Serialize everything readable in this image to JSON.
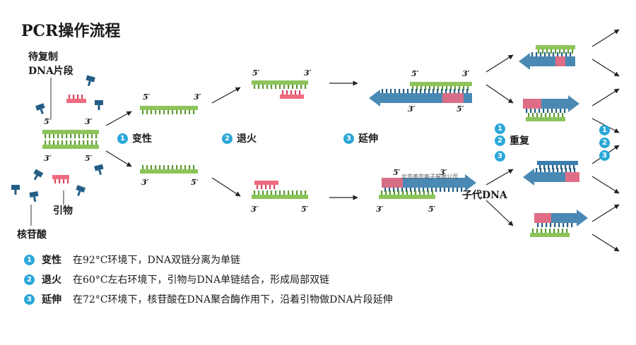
{
  "title": "PCR操作流程",
  "labels": {
    "template_dna": [
      "待复制",
      "DNA片段"
    ],
    "primer": "引物",
    "nucleotide": "核苷酸",
    "daughter_dna": "子代DNA"
  },
  "strand_ends": {
    "five": "5′",
    "three": "3′"
  },
  "steps": [
    {
      "num": "1",
      "name": "变性",
      "desc": "在92°C环境下，DNA双链分离为单链"
    },
    {
      "num": "2",
      "name": "退火",
      "desc": "在60°C左右环境下，引物与DNA单链结合，形成局部双链"
    },
    {
      "num": "3",
      "name": "延伸",
      "desc": "在72°C环境下，核苷酸在DNA聚合酶作用下，沿着引物做DNA片段延伸"
    }
  ],
  "repeat": {
    "label": "重复",
    "nums": [
      "1",
      "2",
      "3"
    ]
  },
  "watermark": "北京燕京电子有限公司",
  "colors": {
    "template_strand": "#8dc45a",
    "template_strand_dark": "#5f9a36",
    "new_strand": "#3b7fae",
    "new_strand_dark": "#245e86",
    "primer": "#f06a80",
    "primer_dark": "#d9455b",
    "badge": "#2aa7d9",
    "arrow": "#222222"
  }
}
